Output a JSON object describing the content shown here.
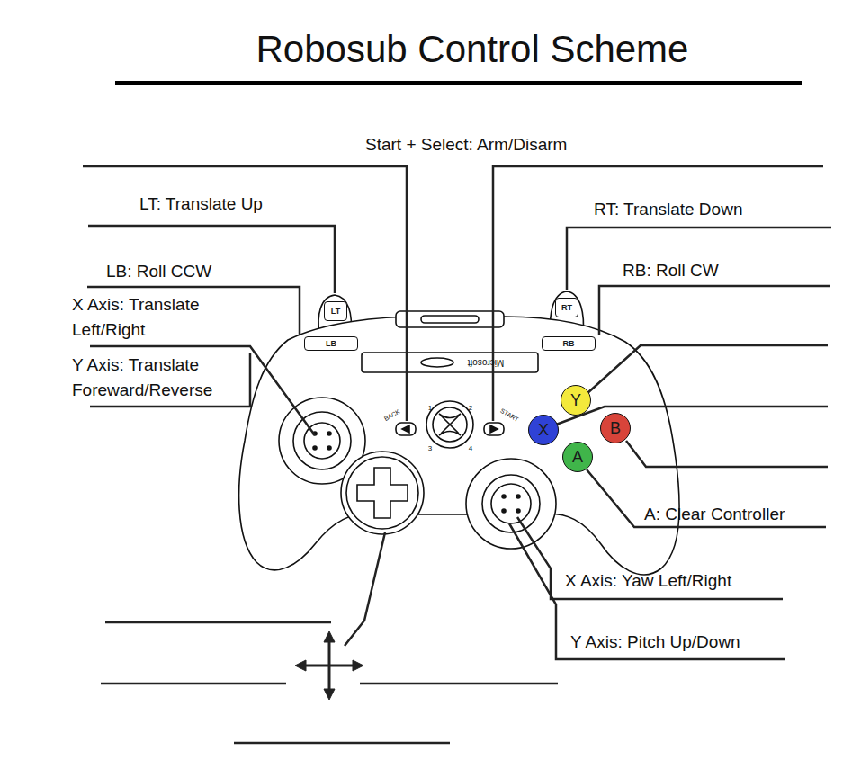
{
  "diagram": {
    "title": "Robosub Control Scheme",
    "nodes": [
      {
        "text": [
          "LT"
        ]
      },
      {
        "text": [
          "RT"
        ]
      },
      {
        "text": [
          "LB"
        ]
      },
      {
        "text": [
          "RB"
        ]
      },
      {
        "text": [
          "Y"
        ]
      },
      {
        "text": [
          "X"
        ]
      },
      {
        "text": [
          "B"
        ]
      },
      {
        "text": [
          "A"
        ]
      }
    ],
    "labels": [
      "Start + Select: Arm/Disarm",
      "LT: Translate Up",
      "RT: Translate Down",
      "LB: Roll CCW",
      "RB: Roll CW",
      "X Axis: Translate Left/Right",
      "Y Axis: Translate Foreward/Reverse",
      "A: Clear Controller",
      "X Axis: Yaw Left/Right",
      "Y Axis: Pitch Up/Down",
      "Microsoft",
      "BACK",
      "START",
      "1",
      "2",
      "3",
      "4"
    ]
  }
}
